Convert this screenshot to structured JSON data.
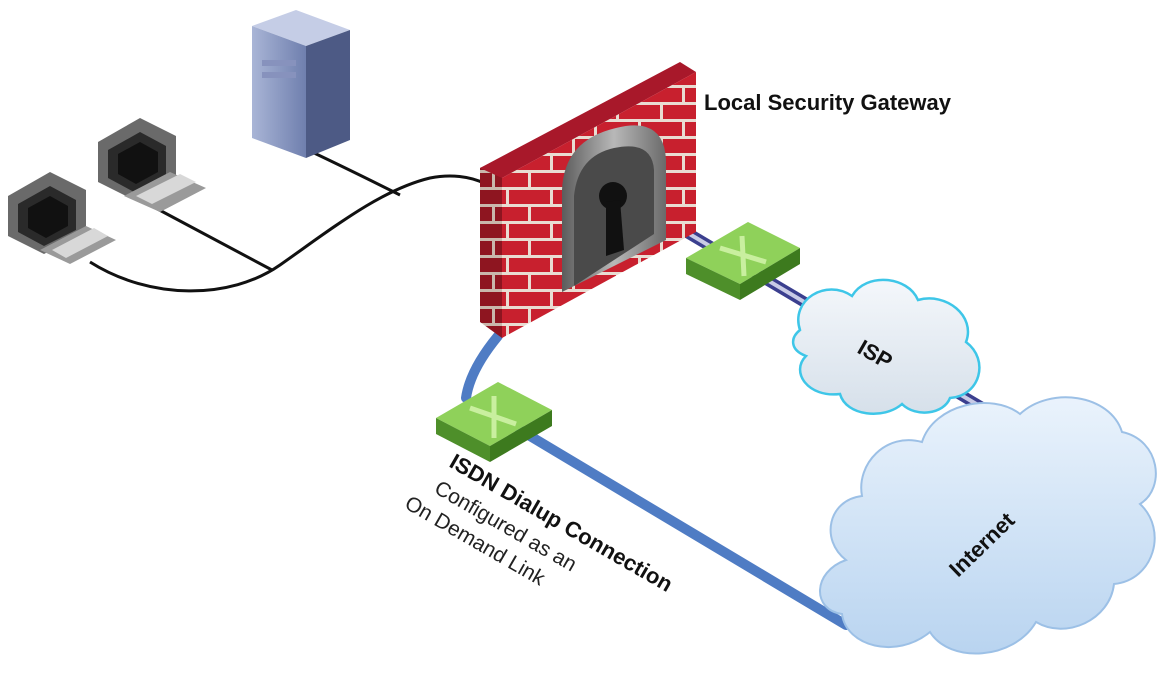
{
  "labels": {
    "gateway": "Local Security Gateway",
    "isp": "ISP",
    "internet": "Internet",
    "isdn_title": "ISDN Dialup Connection",
    "isdn_line2": "Configured as an",
    "isdn_line3": "On Demand Link"
  },
  "icons": {
    "firewall": "brick-wall-keyhole-icon",
    "server": "tower-server-icon",
    "workstation": "crt-computer-icon",
    "router": "router-icon",
    "cloud": "cloud-icon"
  },
  "colors": {
    "brick": "#c8202e",
    "mortar": "#e8e0d6",
    "router_green": "#7cc24a",
    "cloud_fill": "#cfe3f7",
    "isp_outline": "#3ec6e8",
    "isdn_line": "#4f7cc4",
    "isp_link": "#3b3f8f"
  }
}
